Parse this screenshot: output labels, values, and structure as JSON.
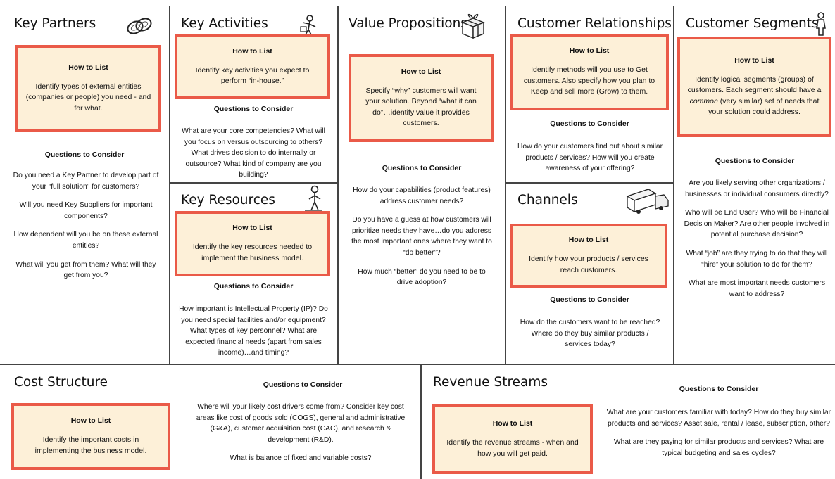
{
  "how_to_list_label": "How to List",
  "questions_label": "Questions to Consider",
  "sections": {
    "key_partners": {
      "title": "Key Partners",
      "how": "Identify types of external entities (companies or people) you need - and for what.",
      "questions": [
        "Do you need a Key Partner to develop part of your “full solution” for customers?",
        "Will you need Key Suppliers for important components?",
        "How dependent will you be on these external entities?",
        "What will you get from them? What will they get from you?"
      ],
      "icon": "chain-link-icon"
    },
    "key_activities": {
      "title": "Key Activities",
      "how": "Identify key activities you expect to perform “in-house.”",
      "questions": [
        "What are your core competencies? What will you focus on versus outsourcing to others? What drives decision to do internally or outsource? What kind of company are you building?"
      ],
      "icon": "worker-icon"
    },
    "key_resources": {
      "title": "Key Resources",
      "how": "Identify the key resources needed to implement the business model.",
      "questions": [
        "How important is Intellectual Property (IP)? Do you need special facilities and/or equipment? What types of key personnel? What are expected financial needs (apart from sales income)…and timing?"
      ],
      "icon": "person-icon"
    },
    "value_propositions": {
      "title": "Value Propositions",
      "how": "Specify “why” customers will want your solution. Beyond “what it can do”…identify value it provides customers.",
      "questions": [
        "How do your capabilities (product features) address customer needs?",
        "Do you have a guess at how customers will prioritize needs they have…do you address the most important ones where they want to “do better”?",
        "How much “better” do you need to be to drive adoption?"
      ],
      "icon": "gift-box-icon"
    },
    "customer_relationships": {
      "title": "Customer Relationships",
      "how": "Identify methods will you use to Get customers. Also specify how you plan to Keep and sell more (Grow) to them.",
      "questions": [
        "How do your customers find out about similar products / services? How will you create awareness of your offering?"
      ],
      "icon": "heart-icon"
    },
    "channels": {
      "title": "Channels",
      "how": "Identify how your products / services reach customers.",
      "questions": [
        "How do the customers want to be reached? Where do they buy similar products / services today?"
      ],
      "icon": "truck-icon"
    },
    "customer_segments": {
      "title": "Customer Segments",
      "how_pre": "Identify logical segments (groups) of customers. Each segment should have a ",
      "how_em": "common",
      "how_post": " (very similar) set of needs that your solution could address.",
      "questions": [
        "Are you likely serving other organizations / businesses or individual consumers directly?",
        "Who will be End User? Who will be Financial Decision Maker? Are other people involved in potential purchase decision?",
        "What “job” are they trying to do that they will “hire” your solution to do for them?",
        "What are most important  needs customers want to address?"
      ],
      "icon": "person-outline-icon"
    },
    "cost_structure": {
      "title": "Cost Structure",
      "how": "Identify the important costs in implementing the business model.",
      "questions": [
        "Where will your likely cost drivers come from? Consider key cost areas like cost of goods sold (COGS), general and administrative (G&A), customer acquisition cost (CAC), and research & development (R&D).",
        "What is balance of fixed and variable costs?"
      ]
    },
    "revenue_streams": {
      "title": "Revenue Streams",
      "how": "Identify the revenue streams - when and how you will get paid.",
      "questions": [
        "What are your customers familiar with today? How do they buy similar products and services? Asset sale, rental / lease, subscription, other?",
        "What are they paying for similar products and services? What are typical budgeting and sales cycles?"
      ]
    }
  },
  "colors": {
    "box_fill": "#fdf0d8",
    "box_border": "#ea5a48",
    "grid_line": "#444444"
  }
}
